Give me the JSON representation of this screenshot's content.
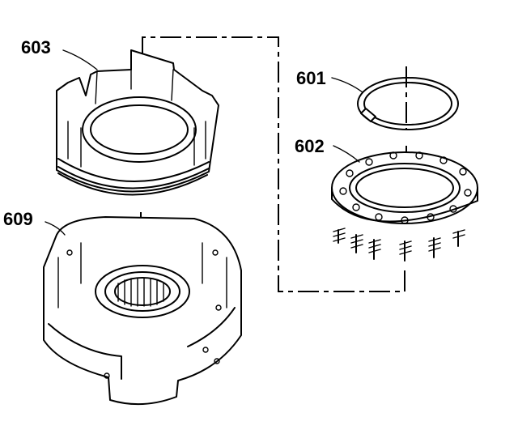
{
  "callouts": {
    "c603": "603",
    "c609": "609",
    "c601": "601",
    "c602": "602"
  }
}
